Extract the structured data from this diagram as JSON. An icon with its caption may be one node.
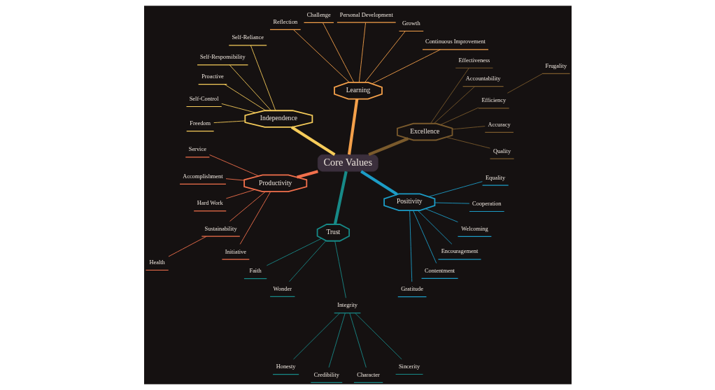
{
  "diagram": {
    "nodes": [
      {
        "text": [
          "Core Values"
        ]
      },
      {
        "text": [
          "Excellence"
        ]
      },
      {
        "text": [
          "Quality"
        ]
      },
      {
        "text": [
          "Accuracy"
        ]
      },
      {
        "text": [
          "Efficiency"
        ]
      },
      {
        "text": [
          "Frugality"
        ]
      },
      {
        "text": [
          "Accountability"
        ]
      },
      {
        "text": [
          "Effectiveness"
        ]
      },
      {
        "text": [
          "Learning"
        ]
      },
      {
        "text": [
          "Continuous Improvement"
        ]
      },
      {
        "text": [
          "Growth"
        ]
      },
      {
        "text": [
          "Personal Development"
        ]
      },
      {
        "text": [
          "Challenge"
        ]
      },
      {
        "text": [
          "Reflection"
        ]
      },
      {
        "text": [
          "Independence"
        ]
      },
      {
        "text": [
          "Self-Reliance"
        ]
      },
      {
        "text": [
          "Self-Responsibility"
        ]
      },
      {
        "text": [
          "Proactive"
        ]
      },
      {
        "text": [
          "Self-Control"
        ]
      },
      {
        "text": [
          "Freedom"
        ]
      },
      {
        "text": [
          "Productivity"
        ]
      },
      {
        "text": [
          "Service"
        ]
      },
      {
        "text": [
          "Accomplishment"
        ]
      },
      {
        "text": [
          "Hard Work"
        ]
      },
      {
        "text": [
          "Sustainability"
        ]
      },
      {
        "text": [
          "Health"
        ]
      },
      {
        "text": [
          "Initiative"
        ]
      },
      {
        "text": [
          "Trust"
        ]
      },
      {
        "text": [
          "Faith"
        ]
      },
      {
        "text": [
          "Wonder"
        ]
      },
      {
        "text": [
          "Integrity"
        ]
      },
      {
        "text": [
          "Honesty"
        ]
      },
      {
        "text": [
          "Credibility"
        ]
      },
      {
        "text": [
          "Character"
        ]
      },
      {
        "text": [
          "Sincerity"
        ]
      },
      {
        "text": [
          "Positivity"
        ]
      },
      {
        "text": [
          "Gratitude"
        ]
      },
      {
        "text": [
          "Contentment"
        ]
      },
      {
        "text": [
          "Encouragement"
        ]
      },
      {
        "text": [
          "Welcoming"
        ]
      },
      {
        "text": [
          "Cooperation"
        ]
      },
      {
        "text": [
          "Equality"
        ]
      }
    ],
    "edges": [
      {
        "from": 0,
        "to": 1,
        "arrow": "none",
        "style": "thick",
        "color": "#7a5a2c"
      },
      {
        "from": 1,
        "to": 2,
        "arrow": "none",
        "color": "#7a5a2c"
      },
      {
        "from": 1,
        "to": 3,
        "arrow": "none",
        "color": "#7a5a2c"
      },
      {
        "from": 1,
        "to": 4,
        "arrow": "none",
        "color": "#7a5a2c"
      },
      {
        "from": 4,
        "to": 5,
        "arrow": "none",
        "color": "#7a5a2c"
      },
      {
        "from": 1,
        "to": 6,
        "arrow": "none",
        "color": "#7a5a2c"
      },
      {
        "from": 1,
        "to": 7,
        "arrow": "none",
        "color": "#7a5a2c"
      },
      {
        "from": 0,
        "to": 8,
        "arrow": "none",
        "style": "thick",
        "color": "#f4a04a"
      },
      {
        "from": 8,
        "to": 9,
        "arrow": "none",
        "color": "#f4a04a"
      },
      {
        "from": 8,
        "to": 10,
        "arrow": "none",
        "color": "#f4a04a"
      },
      {
        "from": 8,
        "to": 11,
        "arrow": "none",
        "color": "#f4a04a"
      },
      {
        "from": 8,
        "to": 12,
        "arrow": "none",
        "color": "#f4a04a"
      },
      {
        "from": 8,
        "to": 13,
        "arrow": "none",
        "color": "#f4a04a"
      },
      {
        "from": 0,
        "to": 14,
        "arrow": "none",
        "style": "thick",
        "color": "#f6cc5a"
      },
      {
        "from": 14,
        "to": 15,
        "arrow": "none",
        "color": "#f6cc5a"
      },
      {
        "from": 14,
        "to": 16,
        "arrow": "none",
        "color": "#f6cc5a"
      },
      {
        "from": 14,
        "to": 17,
        "arrow": "none",
        "color": "#f6cc5a"
      },
      {
        "from": 14,
        "to": 18,
        "arrow": "none",
        "color": "#f6cc5a"
      },
      {
        "from": 14,
        "to": 19,
        "arrow": "none",
        "color": "#f6cc5a"
      },
      {
        "from": 0,
        "to": 20,
        "arrow": "none",
        "style": "thick",
        "color": "#f2704c"
      },
      {
        "from": 20,
        "to": 21,
        "arrow": "none",
        "color": "#f2704c"
      },
      {
        "from": 20,
        "to": 22,
        "arrow": "none",
        "color": "#f2704c"
      },
      {
        "from": 20,
        "to": 23,
        "arrow": "none",
        "color": "#f2704c"
      },
      {
        "from": 20,
        "to": 24,
        "arrow": "none",
        "color": "#f2704c"
      },
      {
        "from": 24,
        "to": 25,
        "arrow": "none",
        "color": "#f2704c"
      },
      {
        "from": 20,
        "to": 26,
        "arrow": "none",
        "color": "#f2704c"
      },
      {
        "from": 0,
        "to": 27,
        "arrow": "none",
        "style": "thick",
        "color": "#178a88"
      },
      {
        "from": 27,
        "to": 28,
        "arrow": "none",
        "color": "#178a88"
      },
      {
        "from": 27,
        "to": 29,
        "arrow": "none",
        "color": "#178a88"
      },
      {
        "from": 27,
        "to": 30,
        "arrow": "none",
        "color": "#178a88"
      },
      {
        "from": 30,
        "to": 31,
        "arrow": "none",
        "color": "#178a88"
      },
      {
        "from": 30,
        "to": 32,
        "arrow": "none",
        "color": "#178a88"
      },
      {
        "from": 30,
        "to": 33,
        "arrow": "none",
        "color": "#178a88"
      },
      {
        "from": 30,
        "to": 34,
        "arrow": "none",
        "color": "#178a88"
      },
      {
        "from": 0,
        "to": 35,
        "arrow": "none",
        "style": "thick",
        "color": "#1c9cc6"
      },
      {
        "from": 35,
        "to": 36,
        "arrow": "none",
        "color": "#1c9cc6"
      },
      {
        "from": 35,
        "to": 37,
        "arrow": "none",
        "color": "#1c9cc6"
      },
      {
        "from": 35,
        "to": 38,
        "arrow": "none",
        "color": "#1c9cc6"
      },
      {
        "from": 35,
        "to": 39,
        "arrow": "none",
        "color": "#1c9cc6"
      },
      {
        "from": 35,
        "to": 40,
        "arrow": "none",
        "color": "#1c9cc6"
      },
      {
        "from": 35,
        "to": 41,
        "arrow": "none",
        "color": "#1c9cc6"
      }
    ]
  }
}
